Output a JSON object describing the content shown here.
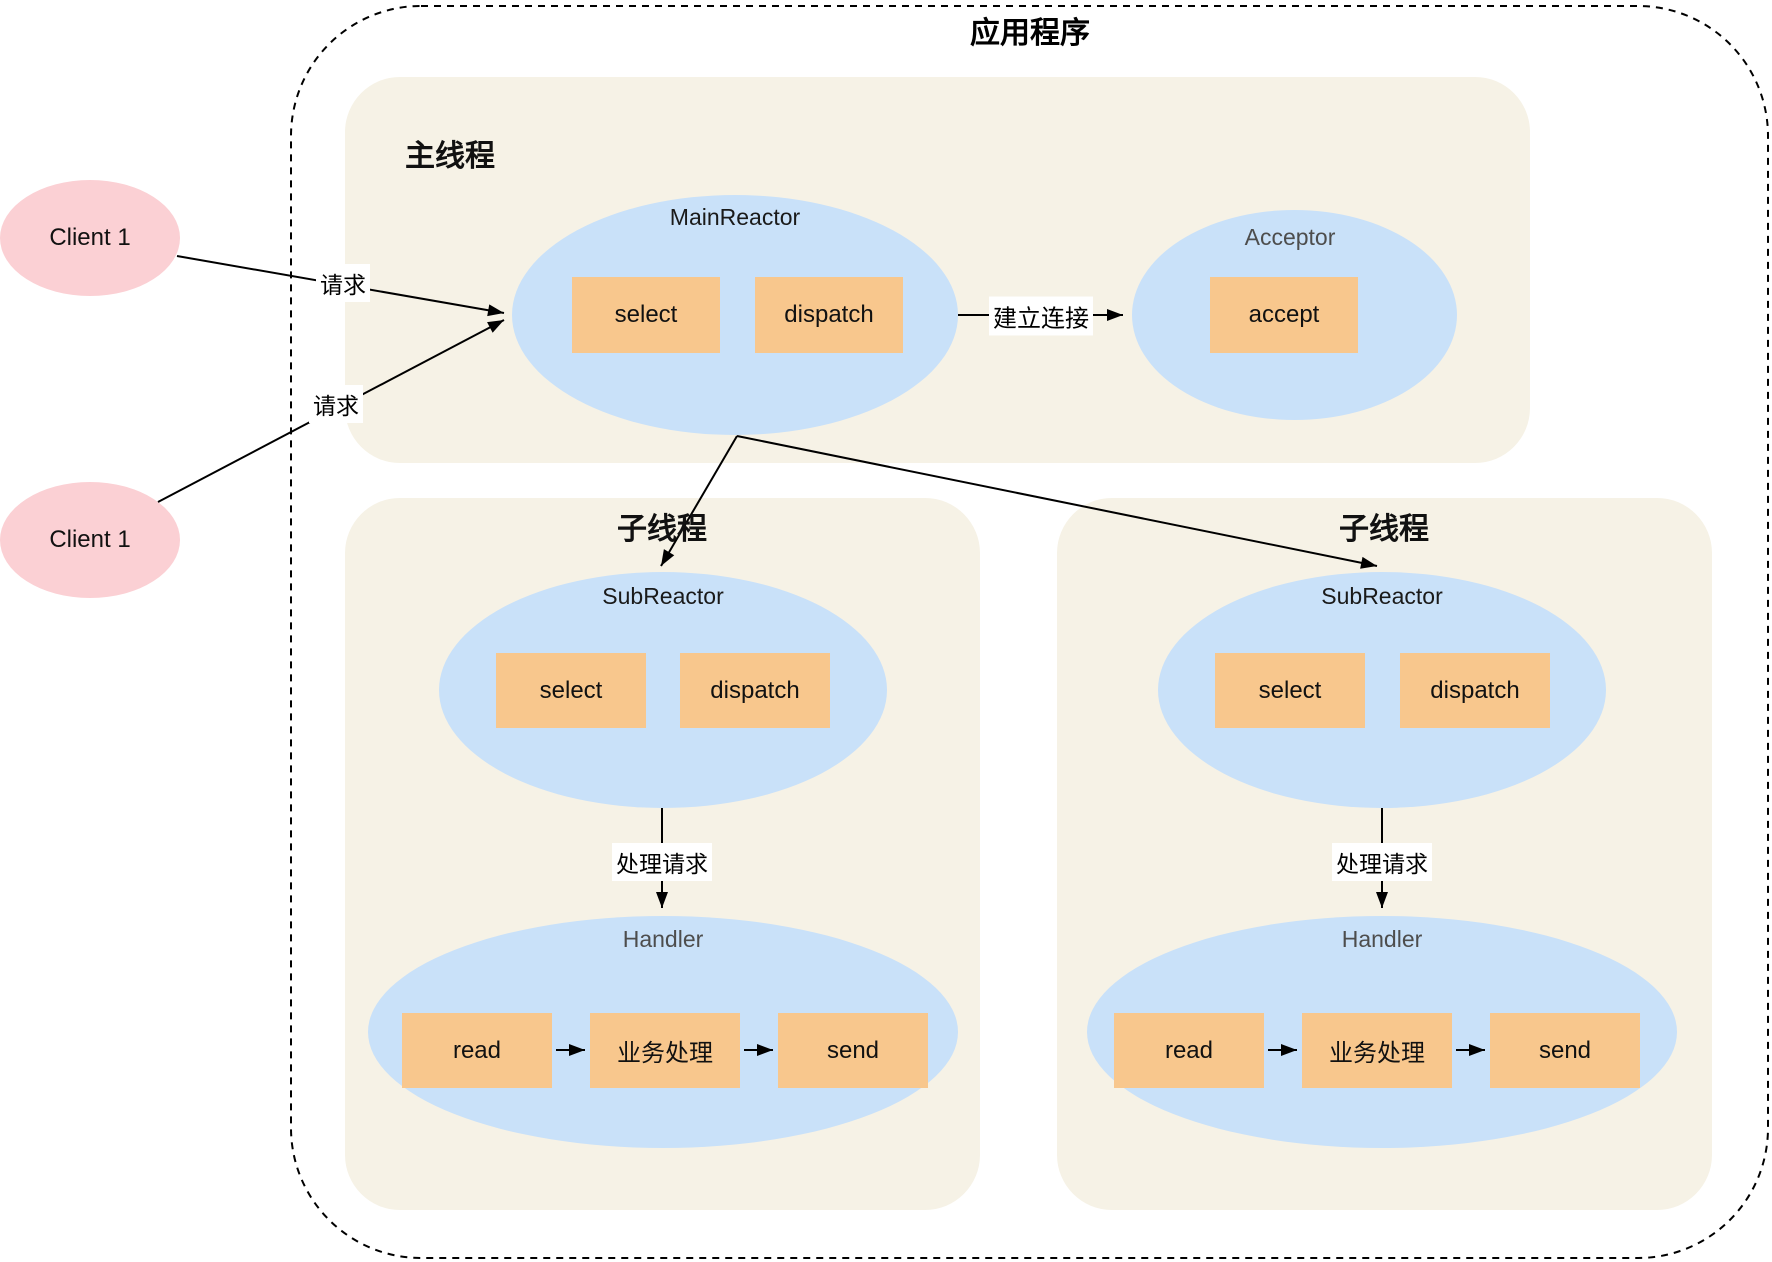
{
  "diagram": {
    "title": "应用程序",
    "colors": {
      "container_fill": "#f6f2e6",
      "ellipse_fill": "#c9e1f9",
      "box_fill": "#f8c78d",
      "client_fill": "#fbd0d4",
      "line": "#000000",
      "gray_label": "#4d4d4d"
    },
    "clients": [
      {
        "label": "Client 1"
      },
      {
        "label": "Client 1"
      }
    ],
    "request_arrows": [
      {
        "label": "请求"
      },
      {
        "label": "请求"
      }
    ],
    "main_thread": {
      "title": "主线程",
      "main_reactor": {
        "label": "MainReactor",
        "boxes": [
          "select",
          "dispatch"
        ]
      },
      "connect_arrow": {
        "label": "建立连接"
      },
      "acceptor": {
        "label": "Acceptor",
        "boxes": [
          "accept"
        ]
      }
    },
    "sub_threads": [
      {
        "title": "子线程",
        "sub_reactor": {
          "label": "SubReactor",
          "boxes": [
            "select",
            "dispatch"
          ]
        },
        "process_arrow": {
          "label": "处理请求"
        },
        "handler": {
          "label": "Handler",
          "boxes": [
            "read",
            "业务处理",
            "send"
          ]
        }
      },
      {
        "title": "子线程",
        "sub_reactor": {
          "label": "SubReactor",
          "boxes": [
            "select",
            "dispatch"
          ]
        },
        "process_arrow": {
          "label": "处理请求"
        },
        "handler": {
          "label": "Handler",
          "boxes": [
            "read",
            "业务处理",
            "send"
          ]
        }
      }
    ]
  }
}
